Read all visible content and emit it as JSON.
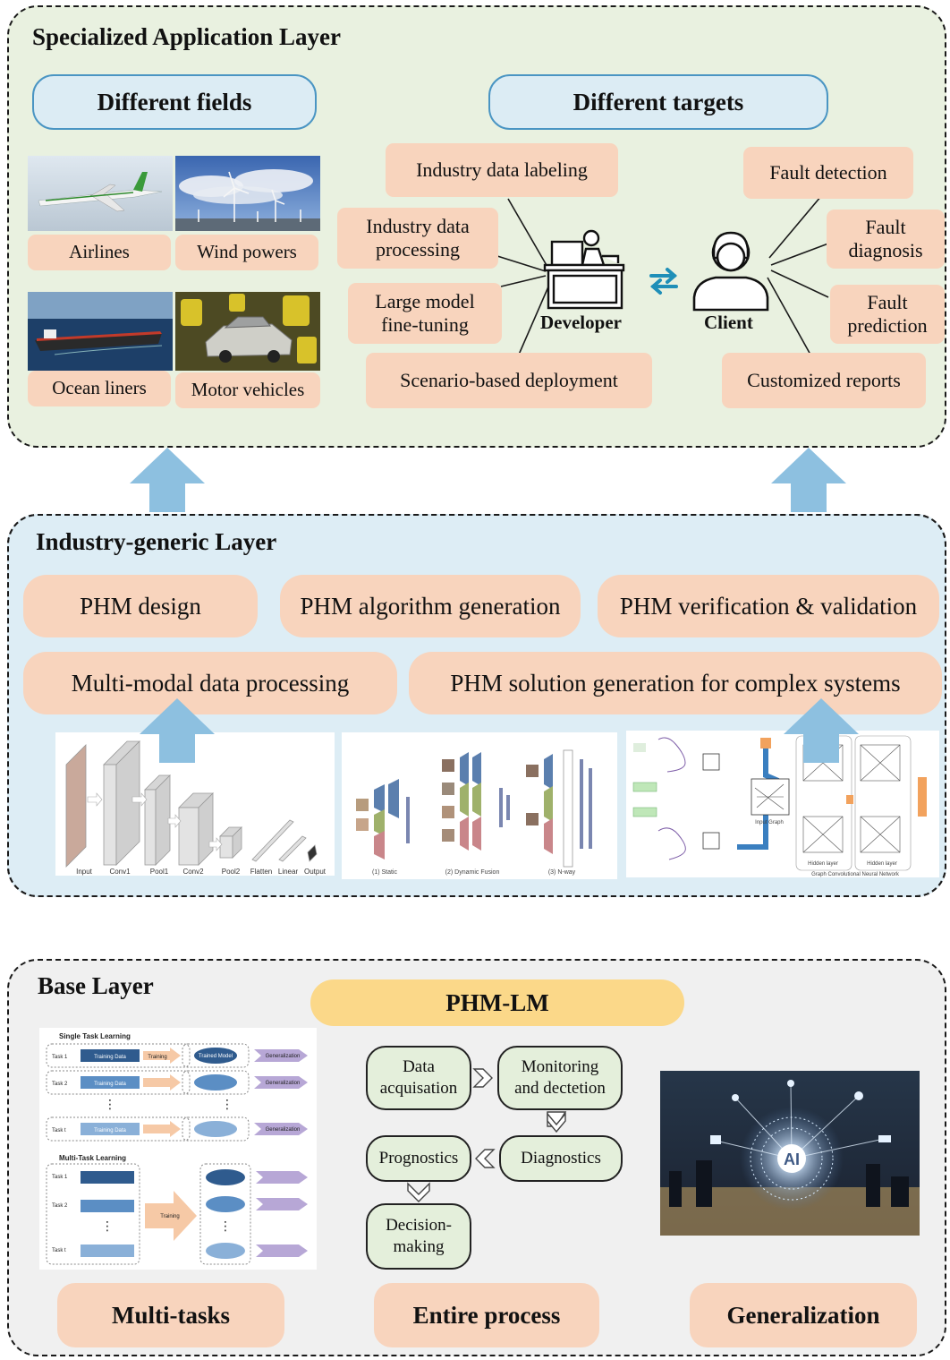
{
  "top": {
    "title": "Specialized Application Layer",
    "fields_header": "Different fields",
    "targets_header": "Different targets",
    "fields": [
      "Airlines",
      "Wind powers",
      "Ocean liners",
      "Motor vehicles"
    ],
    "developer_tasks": [
      "Industry data labeling",
      "Industry data processing",
      "Large model fine-tuning",
      "Scenario-based deployment"
    ],
    "developer_label": "Developer",
    "client_label": "Client",
    "client_tasks": [
      "Fault detection",
      "Fault diagnosis",
      "Fault prediction",
      "Customized reports"
    ]
  },
  "middle": {
    "title": "Industry-generic Layer",
    "items": [
      "PHM design",
      "PHM algorithm generation",
      "PHM verification & validation",
      "Multi-modal data processing",
      "PHM solution generation for complex systems"
    ],
    "cnn_labels": [
      "Input",
      "Conv1",
      "Pool1",
      "Conv2",
      "Pool2",
      "Flatten",
      "Linear",
      "Output"
    ],
    "fusion_labels": [
      "(1) Static",
      "(2) Dynamic Fusion",
      "(3) N-way"
    ],
    "gcn_labels": [
      "Input Graph",
      "Hidden layer",
      "Hidden layer",
      "Graph Convolutional Neural Network"
    ]
  },
  "bottom": {
    "title": "Base Layer",
    "center_title": "PHM-LM",
    "mtl": {
      "single_title": "Single Task Learning",
      "multi_title": "Multi-Task Learning",
      "single_tasks": [
        "Task 1",
        "Task 2",
        "Task t"
      ],
      "multi_tasks": [
        "Task 1",
        "Task 2",
        "Task t"
      ],
      "training_data": "Training Data",
      "training": "Training",
      "trained_model": "Trained Model",
      "generalization": "Generalization"
    },
    "process": [
      "Data acquisation",
      "Monitoring and dectetion",
      "Diagnostics",
      "Prognostics",
      "Decision-making"
    ],
    "ai_label": "AI",
    "footer": [
      "Multi-tasks",
      "Entire process",
      "Generalization"
    ]
  },
  "colors": {
    "peach": "#f8d4bd",
    "top_bg": "#e9f1e0",
    "middle_bg": "#ddedf5",
    "bottom_bg": "#f0f0f0",
    "arrow": "#8dc0e0",
    "flow_bg": "#e4efdb"
  }
}
